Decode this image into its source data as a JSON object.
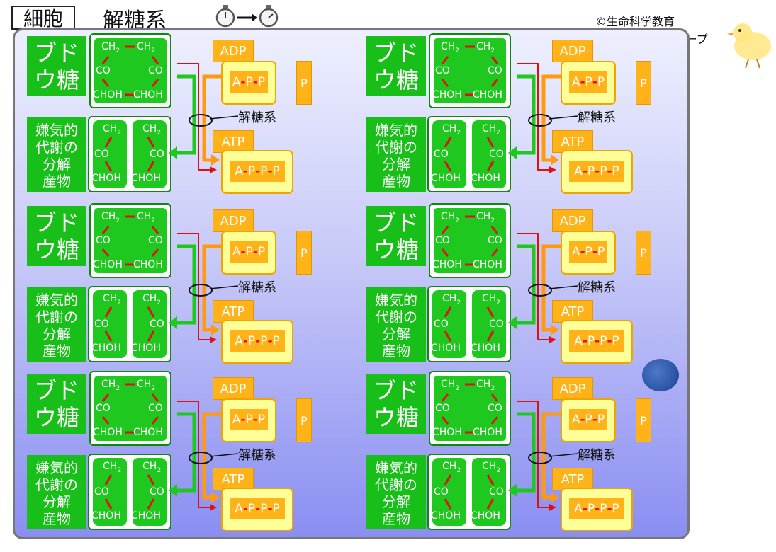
{
  "header": {
    "cell_label": "細胞",
    "title": "解糖系",
    "copyright_line1": "©生命科学教育",
    "copyright_line2": "シェアリンググループ"
  },
  "unit": {
    "glucose_label_line1": "ブド",
    "glucose_label_line2": "ウ糖",
    "glucose_formula": {
      "ch2_left": "CH2",
      "ch2_right": "CH2",
      "co_left": "CO",
      "co_right": "CO",
      "choh_left": "CHOH",
      "choh_right": "CHOH"
    },
    "product_label_lines": [
      "嫌気的",
      "代謝の",
      "分解",
      "産物"
    ],
    "pyruvate_formula": {
      "ch2": "CH2",
      "co": "CO",
      "choh": "CHOH"
    },
    "adp_tag": "ADP",
    "adp_content": "A-P-P",
    "atp_tag": "ATP",
    "atp_content": "A-P-P-P",
    "phosphate": "P",
    "glycolysis_label": "解糖系"
  },
  "unit_count": 6,
  "colors": {
    "green": "#1ec81e",
    "orange": "#ffb319",
    "yellow": "#ffff99",
    "red_bond": "#e01010",
    "cell_gradient_bottom": "#8a8ef1"
  },
  "icons": [
    "stopwatch-icon",
    "right-arrow-icon",
    "chick-logo",
    "blue-ball"
  ]
}
